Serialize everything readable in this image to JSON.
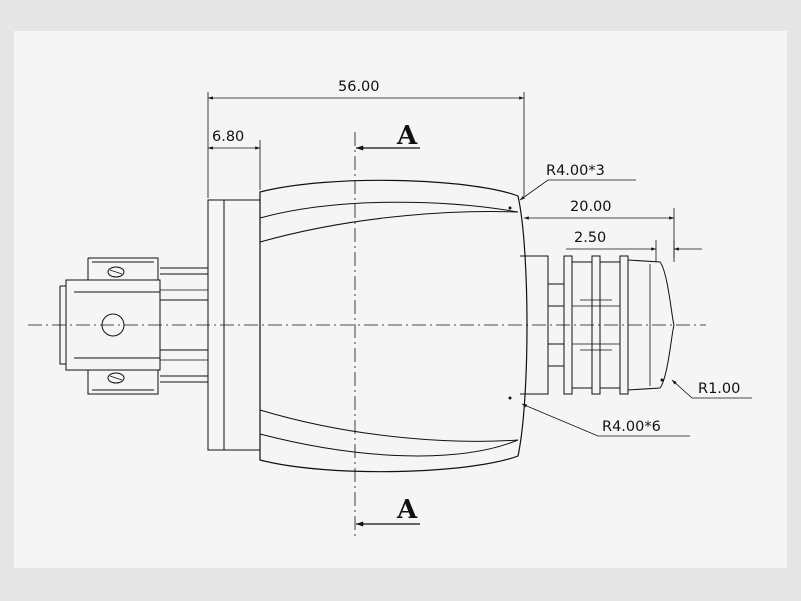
{
  "drawing": {
    "dimensions": {
      "overall_length": "56.00",
      "flange_thickness": "6.80",
      "grip_length": "20.00",
      "rib_spacing": "2.50",
      "radius_top": "R4.00*3",
      "radius_bottom": "R4.00*6",
      "radius_tip": "R1.00"
    },
    "section_marks": {
      "top": "A",
      "bottom": "A"
    }
  }
}
